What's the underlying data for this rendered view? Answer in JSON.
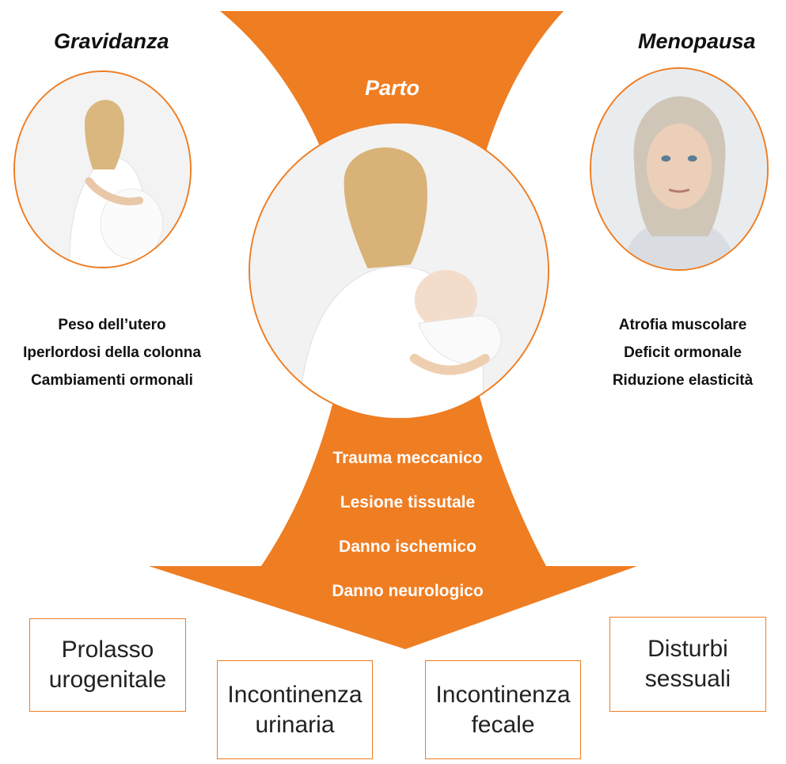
{
  "accent_color": "#ef7d22",
  "stages": {
    "pregnancy": {
      "title": "Gravidanza",
      "factors": [
        "Peso dell’utero",
        "Iperlordosi della colonna",
        "Cambiamenti ormonali"
      ]
    },
    "childbirth": {
      "title": "Parto",
      "mechanisms": [
        "Trauma meccanico",
        "Lesione tissutale",
        "Danno ischemico",
        "Danno neurologico"
      ]
    },
    "menopause": {
      "title": "Menopausa",
      "factors": [
        "Atrofia muscolare",
        "Deficit ormonale",
        "Riduzione elasticità"
      ]
    }
  },
  "outcomes": [
    {
      "line1": "Prolasso",
      "line2": "urogenitale"
    },
    {
      "line1": "Incontinenza",
      "line2": "urinaria"
    },
    {
      "line1": "Incontinenza",
      "line2": "fecale"
    },
    {
      "line1": "Disturbi",
      "line2": "sessuali"
    }
  ]
}
